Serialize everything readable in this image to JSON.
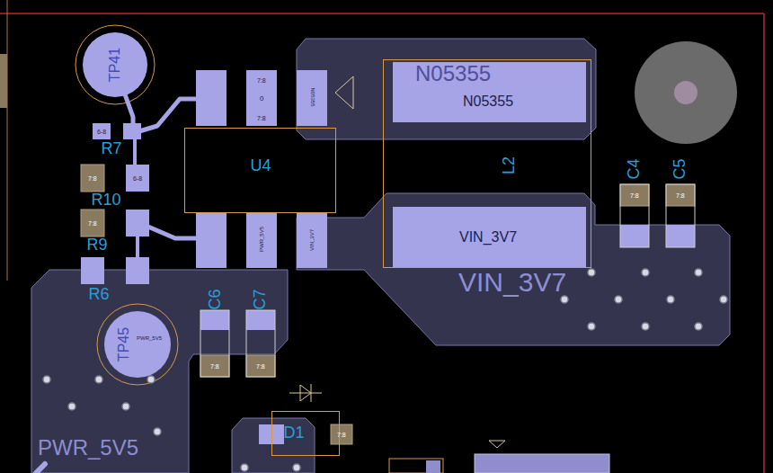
{
  "diagram": {
    "nodes": [
      {
        "text": [
          "TP41"
        ]
      },
      {
        "text": [
          "U4"
        ]
      },
      {
        "text": [
          "L2"
        ]
      },
      {
        "text": [
          "N05355"
        ],
        "in": 2
      },
      {
        "text": [
          "VIN_3V7"
        ],
        "in": 2
      },
      {
        "text": [
          "TP45",
          "PWR_5V5"
        ]
      },
      {
        "text": [
          "D1"
        ]
      }
    ],
    "labels": [
      "N05355",
      "VIN_3V7",
      "PWR_5V5",
      "R7",
      "R10",
      "R9",
      "R6",
      "C6",
      "C7",
      "C4",
      "C5",
      "7:8",
      "0",
      "7:8",
      "6-8",
      "7:8",
      "6-8",
      "7:8",
      "7:8",
      "7:8",
      "7:8",
      "7:8",
      "7:8",
      "N05355",
      "PWR_5V5",
      "VIN_3V7"
    ]
  }
}
